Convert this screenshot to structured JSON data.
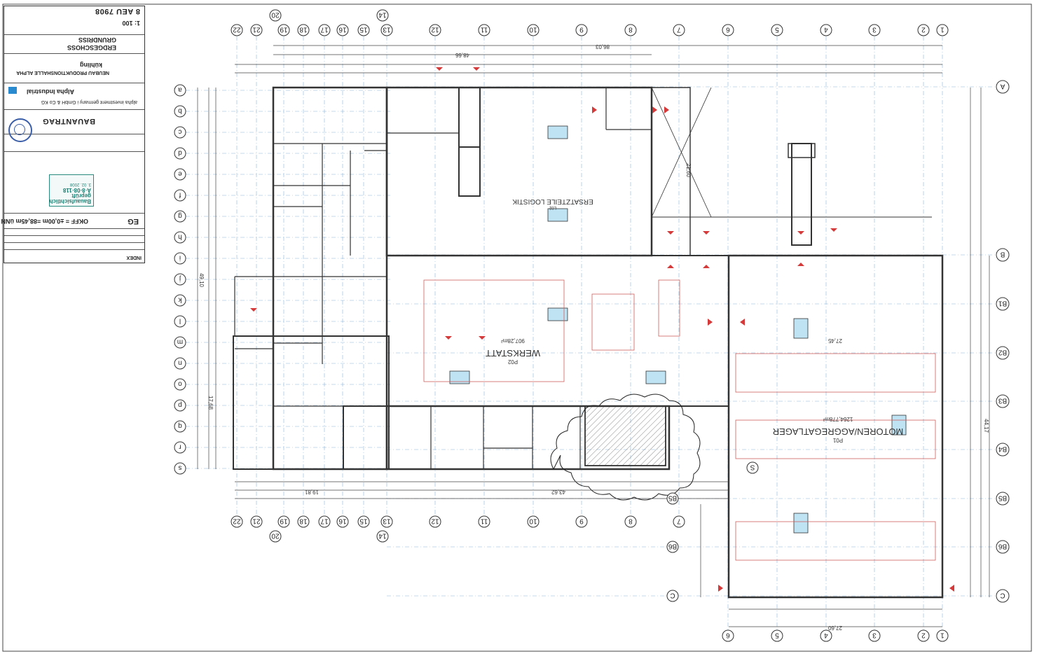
{
  "titleblock": {
    "index_label": "INDEX",
    "floor_code": "EG",
    "level_text": "OKFF = ±0,00m =88,45m üNN",
    "permit_stamp": {
      "line1": "Bauaufsichtlich geprüft",
      "line2": "A·8·08·118",
      "date": "3. 02. 2008"
    },
    "document_type": "BAUANTRAG",
    "company": "Alpha Industrial",
    "client": "alpha investment germany i GmbH & Co KG",
    "architect": "kühling",
    "project": "NEUBAU PRODUKTIONSHALLE ALPHA",
    "plan_title_1": "GRUNDRISS",
    "plan_title_2": "ERDGESCHOSS",
    "scale": "1: 100",
    "drawing_number": "8 AEU 7908"
  },
  "columns": {
    "top_labels": [
      "22",
      "21",
      "19",
      "18",
      "17",
      "16",
      "15",
      "13",
      "12",
      "11",
      "10",
      "9",
      "8",
      "7",
      "6",
      "5",
      "4",
      "3",
      "2",
      "1"
    ],
    "extra_labels": [
      "20",
      "14"
    ],
    "bottom_right_labels": [
      "6",
      "5",
      "4",
      "3",
      "2",
      "1"
    ]
  },
  "rows": {
    "left_labels": [
      "a",
      "b",
      "c",
      "d",
      "e",
      "f",
      "g",
      "h",
      "i",
      "j",
      "k",
      "l",
      "m",
      "n",
      "o",
      "p",
      "q",
      "r",
      "s"
    ],
    "right_labels": [
      "A",
      "B",
      "B1",
      "B2",
      "B3",
      "B4",
      "B5",
      "B6",
      "C"
    ],
    "inner_labels": [
      "S",
      "B5",
      "B6",
      "C"
    ]
  },
  "rooms": [
    {
      "id": "logistik",
      "name": "ERSATZTEILE LOGISTIK",
      "sub": "L02"
    },
    {
      "id": "werkstatt",
      "name": "WERKSTATT",
      "sub": "P02",
      "area": "907,28m²"
    },
    {
      "id": "lager",
      "name": "MOTOREN/AGGREGATLAGER",
      "sub": "P01",
      "area": "1264,778m²"
    }
  ],
  "dimensions": {
    "top_total": "86,03",
    "top_left": "48,66",
    "left_total": "49,10",
    "left_lower": "17,68",
    "bottom_left": "19,81",
    "bottom_mid": "43,62",
    "bottom_right": "27,60",
    "right_upper": "21,60",
    "right_total": "44,17",
    "lager_width": "27,45"
  }
}
